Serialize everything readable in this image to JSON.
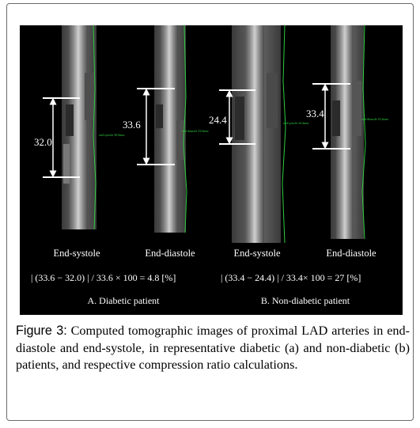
{
  "figure": {
    "panels": [
      {
        "label": "End-systole",
        "measurement": "32.0"
      },
      {
        "label": "End-diastole",
        "measurement": "33.6"
      },
      {
        "label": "End-systole",
        "measurement": "24.4"
      },
      {
        "label": "End-diastole",
        "measurement": "33.4"
      }
    ],
    "formula_a": "| (33.6 − 32.0) | / 33.6 × 100 = 4.8 [%]",
    "formula_b": "| (33.4 − 24.4) | / 33.4× 100 = 27 [%]",
    "group_a": "A. Diabetic patient",
    "group_b": "B. Non-diabetic patient",
    "overlay_labels": [
      "end-systole 30.0mm",
      "end diastole 33.6mm",
      "end-systole 24.4mm",
      "end-diastole 33.4mm"
    ],
    "colors": {
      "background": "#000000",
      "text": "#ffffff",
      "annotation_green": "#2ecc40",
      "marker": "#ffffff"
    }
  },
  "caption": {
    "label": "Figure 3:",
    "text": " Computed tomographic images of proximal LAD arteries in end-diastole and end-systole, in representative diabetic (a) and non-diabetic (b) patients, and respective compression ratio calculations."
  }
}
